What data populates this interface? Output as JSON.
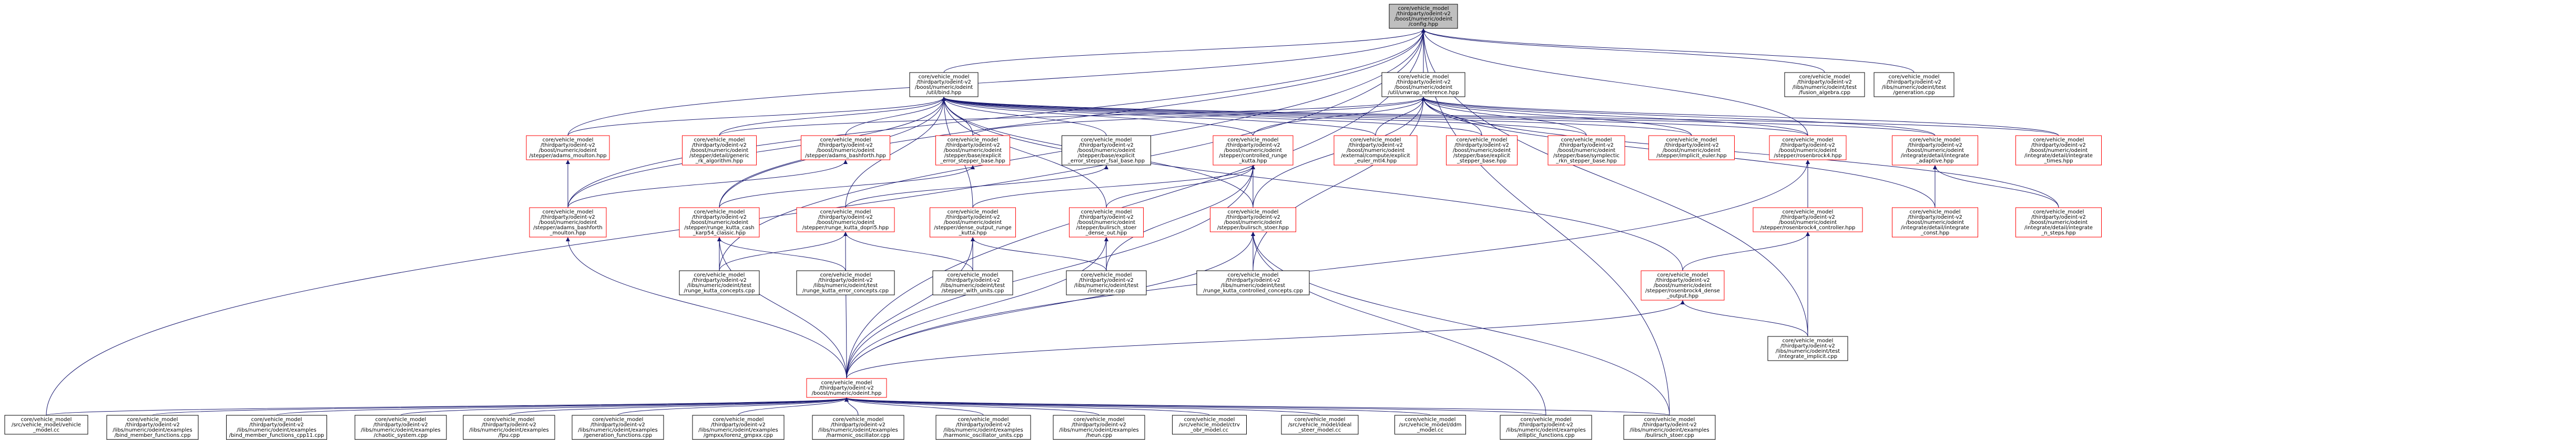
{
  "colors": {
    "edge": "#191970",
    "node_fill": "#ffffff",
    "border_normal": "#000000",
    "border_red": "#ff0000",
    "root_fill": "#bfbfbf",
    "border_gray": "#bfbfbf"
  },
  "nodes": [
    {
      "id": "root",
      "lines": [
        "core/vehicle_model",
        "/thirdparty/odeint-v2",
        "/boost/numeric/odeint",
        "/config.hpp"
      ],
      "style": "root"
    },
    {
      "id": "bind",
      "lines": [
        "core/vehicle_model",
        "/thirdparty/odeint-v2",
        "/boost/numeric/odeint",
        "/util/bind.hpp"
      ],
      "style": "normal"
    },
    {
      "id": "unwrap",
      "lines": [
        "core/vehicle_model",
        "/thirdparty/odeint-v2",
        "/boost/numeric/odeint",
        "/util/unwrap_reference.hpp"
      ],
      "style": "normal"
    },
    {
      "id": "fusion_algebra",
      "lines": [
        "core/vehicle_model",
        "/thirdparty/odeint-v2",
        "/libs/numeric/odeint/test",
        "/fusion_algebra.cpp"
      ],
      "style": "normal"
    },
    {
      "id": "generation",
      "lines": [
        "core/vehicle_model",
        "/thirdparty/odeint-v2",
        "/libs/numeric/odeint/test",
        "/generation.cpp"
      ],
      "style": "normal"
    },
    {
      "id": "adams_moulton",
      "lines": [
        "core/vehicle_model",
        "/thirdparty/odeint-v2",
        "/boost/numeric/odeint",
        "/stepper/adams_moulton.hpp"
      ],
      "style": "red"
    },
    {
      "id": "generic_rk",
      "lines": [
        "core/vehicle_model",
        "/thirdparty/odeint-v2",
        "/boost/numeric/odeint",
        "/stepper/detail/generic",
        "_rk_algorithm.hpp"
      ],
      "style": "red"
    },
    {
      "id": "adams_bashforth",
      "lines": [
        "core/vehicle_model",
        "/thirdparty/odeint-v2",
        "/boost/numeric/odeint",
        "/stepper/adams_bashforth.hpp"
      ],
      "style": "red"
    },
    {
      "id": "explicit_error_base",
      "lines": [
        "core/vehicle_model",
        "/thirdparty/odeint-v2",
        "/boost/numeric/odeint",
        "/stepper/base/explicit",
        "_error_stepper_base.hpp"
      ],
      "style": "red"
    },
    {
      "id": "explicit_error_fsal",
      "lines": [
        "core/vehicle_model",
        "/thirdparty/odeint-v2",
        "/boost/numeric/odeint",
        "/stepper/base/explicit",
        "_error_stepper_fsal_base.hpp"
      ],
      "style": "normal"
    },
    {
      "id": "controlled_rk",
      "lines": [
        "core/vehicle_model",
        "/thirdparty/odeint-v2",
        "/boost/numeric/odeint",
        "/stepper/controlled_runge",
        "_kutta.hpp"
      ],
      "style": "red"
    },
    {
      "id": "extrapolation",
      "lines": [
        "core/vehicle_model",
        "/thirdparty/odeint-v2",
        "/boost/numeric/odeint",
        "/external/compute/explicit",
        "_euler_mtl4.hpp"
      ],
      "style": "red"
    },
    {
      "id": "explicit_stepper_base",
      "lines": [
        "core/vehicle_model",
        "/thirdparty/odeint-v2",
        "/boost/numeric/odeint",
        "/stepper/base/explicit",
        "_stepper_base.hpp"
      ],
      "style": "red"
    },
    {
      "id": "symplectic_rkn",
      "lines": [
        "core/vehicle_model",
        "/thirdparty/odeint-v2",
        "/boost/numeric/odeint",
        "/stepper/base/symplectic",
        "_rkn_stepper_base.hpp"
      ],
      "style": "red"
    },
    {
      "id": "implicit_euler",
      "lines": [
        "core/vehicle_model",
        "/thirdparty/odeint-v2",
        "/boost/numeric/odeint",
        "/stepper/implicit_euler.hpp"
      ],
      "style": "red"
    },
    {
      "id": "rosenbrock4",
      "lines": [
        "core/vehicle_model",
        "/thirdparty/odeint-v2",
        "/boost/numeric/odeint",
        "/stepper/rosenbrock4.hpp"
      ],
      "style": "red"
    },
    {
      "id": "integrate_adaptive",
      "lines": [
        "core/vehicle_model",
        "/thirdparty/odeint-v2",
        "/boost/numeric/odeint",
        "/integrate/detail/integrate",
        "_adaptive.hpp"
      ],
      "style": "red"
    },
    {
      "id": "integrate_times",
      "lines": [
        "core/vehicle_model",
        "/thirdparty/odeint-v2",
        "/boost/numeric/odeint",
        "/integrate/detail/integrate",
        "_times.hpp"
      ],
      "style": "red"
    },
    {
      "id": "adams_bashforth_moulton",
      "lines": [
        "core/vehicle_model",
        "/thirdparty/odeint-v2",
        "/boost/numeric/odeint",
        "/stepper/adams_bashforth",
        "_moulton.hpp"
      ],
      "style": "red"
    },
    {
      "id": "rk_cash_karp",
      "lines": [
        "core/vehicle_model",
        "/thirdparty/odeint-v2",
        "/boost/numeric/odeint",
        "/stepper/runge_kutta_cash",
        "_karp54_classic.hpp"
      ],
      "style": "red"
    },
    {
      "id": "rk_dopri5",
      "lines": [
        "core/vehicle_model",
        "/thirdparty/odeint-v2",
        "/boost/numeric/odeint",
        "/stepper/runge_kutta_dopri5.hpp"
      ],
      "style": "red"
    },
    {
      "id": "dense_output_rk",
      "lines": [
        "core/vehicle_model",
        "/thirdparty/odeint-v2",
        "/boost/numeric/odeint",
        "/stepper/dense_output_runge",
        "_kutta.hpp"
      ],
      "style": "red"
    },
    {
      "id": "bulirsch_dense",
      "lines": [
        "core/vehicle_model",
        "/thirdparty/odeint-v2",
        "/boost/numeric/odeint",
        "/stepper/bulirsch_stoer",
        "_dense_out.hpp"
      ],
      "style": "red"
    },
    {
      "id": "bulirsch",
      "lines": [
        "core/vehicle_model",
        "/thirdparty/odeint-v2",
        "/boost/numeric/odeint",
        "/stepper/bulirsch_stoer.hpp"
      ],
      "style": "red"
    },
    {
      "id": "rosenbrock4_controller",
      "lines": [
        "core/vehicle_model",
        "/thirdparty/odeint-v2",
        "/boost/numeric/odeint",
        "/stepper/rosenbrock4_controller.hpp"
      ],
      "style": "red"
    },
    {
      "id": "integrate_const",
      "lines": [
        "core/vehicle_model",
        "/thirdparty/odeint-v2",
        "/boost/numeric/odeint",
        "/integrate/detail/integrate",
        "_const.hpp"
      ],
      "style": "red"
    },
    {
      "id": "integrate_n_steps",
      "lines": [
        "core/vehicle_model",
        "/thirdparty/odeint-v2",
        "/boost/numeric/odeint",
        "/integrate/detail/integrate",
        "_n_steps.hpp"
      ],
      "style": "red"
    },
    {
      "id": "rk_concepts",
      "lines": [
        "core/vehicle_model",
        "/thirdparty/odeint-v2",
        "/libs/numeric/odeint/test",
        "/runge_kutta_concepts.cpp"
      ],
      "style": "normal"
    },
    {
      "id": "rk_error_concepts",
      "lines": [
        "core/vehicle_model",
        "/thirdparty/odeint-v2",
        "/libs/numeric/odeint/test",
        "/runge_kutta_error_concepts.cpp"
      ],
      "style": "normal"
    },
    {
      "id": "stepper_with_units",
      "lines": [
        "core/vehicle_model",
        "/thirdparty/odeint-v2",
        "/libs/numeric/odeint/test",
        "/stepper_with_units.cpp"
      ],
      "style": "normal"
    },
    {
      "id": "integrate_cpp",
      "lines": [
        "core/vehicle_model",
        "/thirdparty/odeint-v2",
        "/libs/numeric/odeint/test",
        "/integrate.cpp"
      ],
      "style": "normal"
    },
    {
      "id": "rk_controlled_concepts",
      "lines": [
        "core/vehicle_model",
        "/thirdparty/odeint-v2",
        "/libs/numeric/odeint/test",
        "/runge_kutta_controlled_concepts.cpp"
      ],
      "style": "normal"
    },
    {
      "id": "rosenbrock4_dense",
      "lines": [
        "core/vehicle_model",
        "/thirdparty/odeint-v2",
        "/boost/numeric/odeint",
        "/stepper/rosenbrock4_dense",
        "_output.hpp"
      ],
      "style": "red"
    },
    {
      "id": "integrate_implicit",
      "lines": [
        "core/vehicle_model",
        "/thirdparty/odeint-v2",
        "/libs/numeric/odeint/test",
        "/integrate_implicit.cpp"
      ],
      "style": "normal"
    },
    {
      "id": "odeint",
      "lines": [
        "core/vehicle_model",
        "/thirdparty/odeint-v2",
        "/boost/numeric/odeint.hpp"
      ],
      "style": "red"
    },
    {
      "id": "vehicle_model_cc",
      "lines": [
        "core/vehicle_model",
        "/src/vehicle_model/vehicle",
        "_model.cc"
      ],
      "style": "normal"
    },
    {
      "id": "bind_member_functions",
      "lines": [
        "core/vehicle_model",
        "/thirdparty/odeint-v2",
        "/libs/numeric/odeint/examples",
        "/bind_member_functions.cpp"
      ],
      "style": "normal"
    },
    {
      "id": "bind_member_functions_cpp11",
      "lines": [
        "core/vehicle_model",
        "/thirdparty/odeint-v2",
        "/libs/numeric/odeint/examples",
        "/bind_member_functions_cpp11.cpp"
      ],
      "style": "normal"
    },
    {
      "id": "chaotic_system",
      "lines": [
        "core/vehicle_model",
        "/thirdparty/odeint-v2",
        "/libs/numeric/odeint/examples",
        "/chaotic_system.cpp"
      ],
      "style": "normal"
    },
    {
      "id": "fpu",
      "lines": [
        "core/vehicle_model",
        "/thirdparty/odeint-v2",
        "/libs/numeric/odeint/examples",
        "/fpu.cpp"
      ],
      "style": "normal"
    },
    {
      "id": "generation_functions",
      "lines": [
        "core/vehicle_model",
        "/thirdparty/odeint-v2",
        "/libs/numeric/odeint/examples",
        "/generation_functions.cpp"
      ],
      "style": "normal"
    },
    {
      "id": "gmpxx_lorenz",
      "lines": [
        "core/vehicle_model",
        "/thirdparty/odeint-v2",
        "/libs/numeric/odeint/examples",
        "/gmpxx/lorenz_gmpxx.cpp"
      ],
      "style": "normal"
    },
    {
      "id": "harmonic_oscillator",
      "lines": [
        "core/vehicle_model",
        "/thirdparty/odeint-v2",
        "/libs/numeric/odeint/examples",
        "/harmonic_oscillator.cpp"
      ],
      "style": "normal"
    },
    {
      "id": "harmonic_oscillator_units",
      "lines": [
        "core/vehicle_model",
        "/thirdparty/odeint-v2",
        "/libs/numeric/odeint/examples",
        "/harmonic_oscillator_units.cpp"
      ],
      "style": "normal"
    },
    {
      "id": "heun",
      "lines": [
        "core/vehicle_model",
        "/thirdparty/odeint-v2",
        "/libs/numeric/odeint/examples",
        "/heun.cpp"
      ],
      "style": "normal"
    },
    {
      "id": "obr_model",
      "lines": [
        "core/vehicle_model",
        "/src/vehicle_model/ctrv",
        "_obr_model.cc"
      ],
      "style": "normal"
    },
    {
      "id": "ideal_steer",
      "lines": [
        "core/vehicle_model",
        "/src/vehicle_model/ideal",
        "_steer_model.cc"
      ],
      "style": "normal"
    },
    {
      "id": "ddm_model",
      "lines": [
        "core/vehicle_model",
        "/src/vehicle_model/ddm",
        "_model.cc"
      ],
      "style": "normal"
    },
    {
      "id": "elliptic_functions",
      "lines": [
        "core/vehicle_model",
        "/thirdparty/odeint-v2",
        "/libs/numeric/odeint/examples",
        "/elliptic_functions.cpp"
      ],
      "style": "normal"
    },
    {
      "id": "bulirsch_stoer_ex",
      "lines": [
        "core/vehicle_model",
        "/thirdparty/odeint-v2",
        "/libs/numeric/odeint/examples",
        "/bulirsch_stoer.cpp"
      ],
      "style": "normal"
    }
  ],
  "edges": [
    [
      "bind",
      "root"
    ],
    [
      "unwrap",
      "root"
    ],
    [
      "fusion_algebra",
      "root"
    ],
    [
      "generation",
      "root"
    ],
    [
      "adams_moulton",
      "root"
    ],
    [
      "adams_bashforth_moulton",
      "root"
    ],
    [
      "rk_cash_karp",
      "root"
    ],
    [
      "odeint",
      "root"
    ],
    [
      "vehicle_model_cc",
      "root"
    ],
    [
      "integrate_implicit",
      "root"
    ],
    [
      "rosenbrock4",
      "root"
    ],
    [
      "rk_concepts",
      "root"
    ],
    [
      "bulirsch_stoer_ex",
      "root"
    ],
    [
      "adams_moulton",
      "bind"
    ],
    [
      "generic_rk",
      "bind"
    ],
    [
      "adams_bashforth",
      "bind"
    ],
    [
      "explicit_error_base",
      "bind"
    ],
    [
      "explicit_error_fsal",
      "bind"
    ],
    [
      "controlled_rk",
      "bind"
    ],
    [
      "extrapolation",
      "bind"
    ],
    [
      "explicit_stepper_base",
      "bind"
    ],
    [
      "symplectic_rkn",
      "bind"
    ],
    [
      "implicit_euler",
      "bind"
    ],
    [
      "rosenbrock4",
      "bind"
    ],
    [
      "integrate_adaptive",
      "bind"
    ],
    [
      "integrate_times",
      "bind"
    ],
    [
      "rk_dopri5",
      "bind"
    ],
    [
      "dense_output_rk",
      "bind"
    ],
    [
      "bulirsch_dense",
      "bind"
    ],
    [
      "bulirsch",
      "bind"
    ],
    [
      "rk_cash_karp",
      "bind"
    ],
    [
      "adams_bashforth_moulton",
      "bind"
    ],
    [
      "rosenbrock4_dense",
      "bind"
    ],
    [
      "generic_rk",
      "unwrap"
    ],
    [
      "explicit_error_base",
      "unwrap"
    ],
    [
      "controlled_rk",
      "unwrap"
    ],
    [
      "extrapolation",
      "unwrap"
    ],
    [
      "explicit_stepper_base",
      "unwrap"
    ],
    [
      "symplectic_rkn",
      "unwrap"
    ],
    [
      "implicit_euler",
      "unwrap"
    ],
    [
      "rosenbrock4",
      "unwrap"
    ],
    [
      "integrate_adaptive",
      "unwrap"
    ],
    [
      "integrate_times",
      "unwrap"
    ],
    [
      "integrate_const",
      "unwrap"
    ],
    [
      "integrate_n_steps",
      "unwrap"
    ],
    [
      "bulirsch",
      "unwrap"
    ],
    [
      "rk_controlled_concepts",
      "unwrap"
    ],
    [
      "adams_bashforth_moulton",
      "adams_moulton"
    ],
    [
      "adams_bashforth_moulton",
      "adams_bashforth"
    ],
    [
      "rk_dopri5",
      "explicit_error_fsal"
    ],
    [
      "rk_cash_karp",
      "explicit_error_base"
    ],
    [
      "dense_output_rk",
      "controlled_rk"
    ],
    [
      "bulirsch_dense",
      "controlled_rk"
    ],
    [
      "bulirsch",
      "controlled_rk"
    ],
    [
      "rosenbrock4_controller",
      "rosenbrock4"
    ],
    [
      "rosenbrock4_dense",
      "rosenbrock4_controller"
    ],
    [
      "integrate_const",
      "integrate_adaptive"
    ],
    [
      "integrate_n_steps",
      "integrate_adaptive"
    ],
    [
      "rk_concepts",
      "rk_cash_karp"
    ],
    [
      "rk_error_concepts",
      "rk_cash_karp"
    ],
    [
      "stepper_with_units",
      "rk_dopri5"
    ],
    [
      "rk_concepts",
      "rk_dopri5"
    ],
    [
      "integrate_cpp",
      "dense_output_rk"
    ],
    [
      "stepper_with_units",
      "dense_output_rk"
    ],
    [
      "integrate_cpp",
      "bulirsch_dense"
    ],
    [
      "rk_controlled_concepts",
      "bulirsch"
    ],
    [
      "integrate_cpp",
      "controlled_rk"
    ],
    [
      "integrate_implicit",
      "rosenbrock4_dense"
    ],
    [
      "integrate_implicit",
      "rosenbrock4_controller"
    ],
    [
      "odeint",
      "adams_bashforth_moulton"
    ],
    [
      "odeint",
      "rk_dopri5"
    ],
    [
      "odeint",
      "dense_output_rk"
    ],
    [
      "odeint",
      "bulirsch_dense"
    ],
    [
      "odeint",
      "bulirsch"
    ],
    [
      "odeint",
      "rosenbrock4_dense"
    ],
    [
      "odeint",
      "rk_cash_karp"
    ],
    [
      "odeint",
      "controlled_rk"
    ],
    [
      "odeint",
      "rosenbrock4"
    ],
    [
      "vehicle_model_cc",
      "odeint"
    ],
    [
      "bind_member_functions",
      "odeint"
    ],
    [
      "bind_member_functions_cpp11",
      "odeint"
    ],
    [
      "chaotic_system",
      "odeint"
    ],
    [
      "fpu",
      "odeint"
    ],
    [
      "generation_functions",
      "odeint"
    ],
    [
      "gmpxx_lorenz",
      "odeint"
    ],
    [
      "harmonic_oscillator",
      "odeint"
    ],
    [
      "harmonic_oscillator_units",
      "odeint"
    ],
    [
      "heun",
      "odeint"
    ],
    [
      "obr_model",
      "odeint"
    ],
    [
      "ideal_steer",
      "odeint"
    ],
    [
      "ddm_model",
      "odeint"
    ],
    [
      "elliptic_functions",
      "odeint"
    ],
    [
      "bulirsch_stoer_ex",
      "odeint"
    ],
    [
      "elliptic_functions",
      "bulirsch"
    ],
    [
      "bulirsch_stoer_ex",
      "bulirsch"
    ]
  ]
}
